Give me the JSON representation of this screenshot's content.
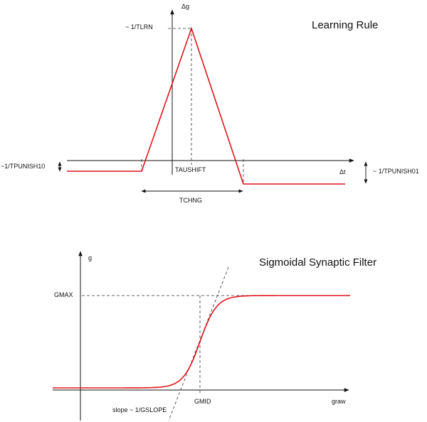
{
  "learning_rule": {
    "title": "Learning Rule",
    "y_axis_label": "Δg",
    "x_axis_label": "Δt",
    "peak_label": "~ 1/TLRN",
    "left_offset_label": "~1/TPUNISH10",
    "right_offset_label": "~ 1/TPUNISH01",
    "shift_label": "TAUSHIFT",
    "window_label": "TCHNG"
  },
  "sigmoid_filter": {
    "title": "Sigmoidal Synaptic Filter",
    "y_axis_label": "g",
    "x_axis_label": "graw",
    "max_label": "GMAX",
    "mid_label": "GMID",
    "slope_label": "slope ~ 1/GSLOPE"
  },
  "colors": {
    "curve": "#e0151b",
    "axes": "#111111"
  }
}
